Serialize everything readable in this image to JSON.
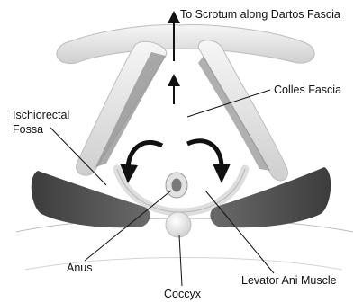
{
  "labels": {
    "scrotum": "To Scrotum along Dartos Fascia",
    "colles": "Colles Fascia",
    "ischio_line1": "Ischiorectal",
    "ischio_line2": "Fossa",
    "anus": "Anus",
    "coccyx": "Coccyx",
    "levator": "Levator Ani Muscle"
  },
  "colors": {
    "fascia_light": "#e6e6e6",
    "fascia_shadow": "#9a9a9a",
    "muscle_dark": "#4a4a4a",
    "arrow": "#111111"
  }
}
